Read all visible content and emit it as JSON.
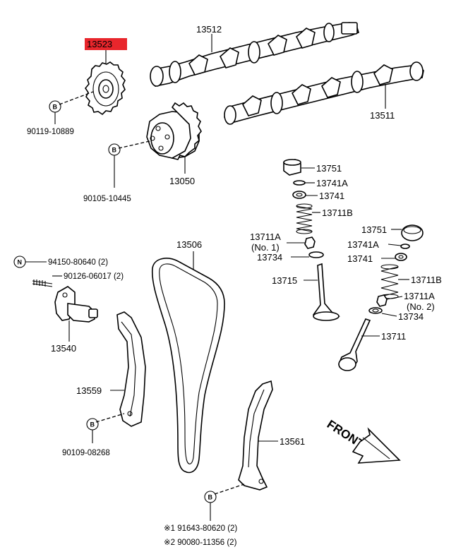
{
  "highlight_color": "#e8262c",
  "highlighted_part": "13523",
  "labels": {
    "p13523": "13523",
    "p13512": "13512",
    "p13511": "13511",
    "p13050": "13050",
    "b1_part": "90119-10889",
    "b2_part": "90105-10445",
    "p13751_a": "13751",
    "p13741a_a": "13741A",
    "p13741_a": "13741",
    "p13711b_a": "13711B",
    "p13711a_a": "13711A",
    "no1": "(No. 1)",
    "p13734_a": "13734",
    "p13715": "13715",
    "p13751_b": "13751",
    "p13741a_b": "13741A",
    "p13741_b": "13741",
    "p13711b_b": "13711B",
    "p13711a_b": "13711A",
    "no2": "(No. 2)",
    "p13734_b": "13734",
    "p13711": "13711",
    "p13506": "13506",
    "n_part": "94150-80640 (2)",
    "bolt_part": "90126-06017 (2)",
    "p13540": "13540",
    "p13559": "13559",
    "b3_part": "90109-08268",
    "p13561": "13561",
    "front": "FRONT",
    "note1": "※1 91643-80620 (2)",
    "note2": "※2 90080-11356 (2)"
  },
  "markers": {
    "b": "B",
    "n": "N"
  }
}
